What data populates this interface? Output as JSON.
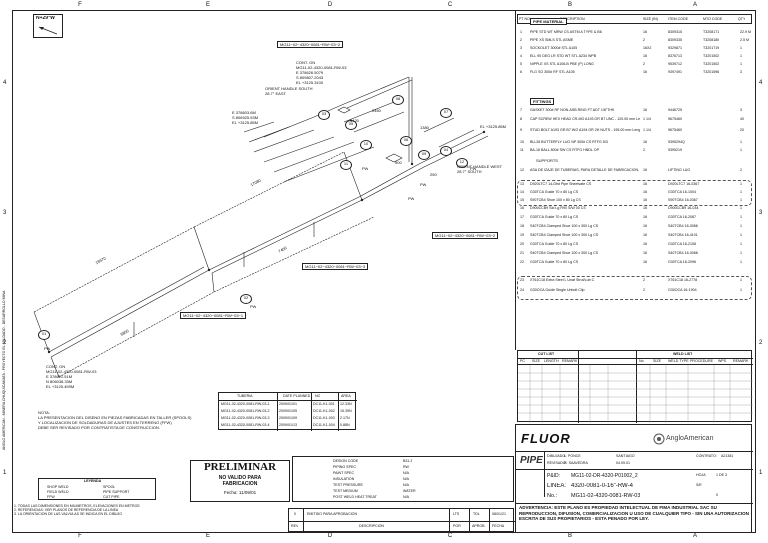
{
  "columns_top": [
    "F",
    "E",
    "D",
    "C",
    "B",
    "A"
  ],
  "columns_bottom": [
    "F",
    "E",
    "D",
    "C",
    "B",
    "A"
  ],
  "rows_left": [
    "4",
    "3",
    "2",
    "1"
  ],
  "rows_right": [
    "4",
    "3",
    "2",
    "1"
  ],
  "north": {
    "label": "N+29°W"
  },
  "line_ids": {
    "top": "MG11−02−4320−0081−RW−03−2",
    "mid": "MG11−02−4320−0081−RW−03−2",
    "lower_mid": "MG11−02−4320−0081−RW−03−3",
    "left": "MG11−02−4320−0081−RW−03−1"
  },
  "pw_tags": [
    "PW",
    "PW",
    "PW",
    "PW",
    "PW",
    "PW"
  ],
  "bubbles": [
    "01",
    "02",
    "03",
    "04",
    "05",
    "06",
    "07",
    "08",
    "09",
    "10",
    "11",
    "12"
  ],
  "annotations": {
    "cont_top": [
      "CONT. ON",
      "MG11-02-4320-0081-RW-03",
      "E 378626.5079",
      "S 809807.2043",
      "EL +3125.3100"
    ],
    "cont_left": [
      "CONT. ON",
      "MG11-02-4320-0081-RW-03",
      "E 378621.51M",
      "N 806038.33M",
      "EL +3125.459M"
    ],
    "orient_top": [
      "ORIENT HANDLE SOUTH",
      "28.7° EAST"
    ],
    "orient_right": [
      "ORIENT HANDLE WEST",
      "28.7° SOUTH"
    ],
    "coords_mid": [
      "E 378603.6M",
      "S 806925.53M",
      "EL +3125.85M"
    ],
    "el_right": "EL +3125.85M"
  },
  "dims": [
    "15970",
    "17080",
    "6800",
    "7400",
    "3420",
    "2460",
    "1380",
    "500",
    "250"
  ],
  "bom": {
    "header_cols": [
      "PT NO",
      "DESCRIPTION",
      "SIZE (IN)",
      "ITEM CODE",
      "MTO CODE",
      "QTY"
    ],
    "section_pipe": "PIPE MATERIAL",
    "section_fittings": "FITTINGS",
    "supports_title": "SUPPORTS",
    "rows": [
      {
        "pt": "1",
        "desc": "PIPE STD WT MRW CS ASTM A TYPE & B6",
        "size": "16",
        "item": "8309315",
        "mto": "T3208171",
        "qty": "22.9 M"
      },
      {
        "pt": "2",
        "desc": "PIPE XS SMLS STL ASME",
        "size": "2",
        "item": "8309335",
        "mto": "T3208180",
        "qty": "2.5 M"
      },
      {
        "pt": "3",
        "desc": "SOCKOLET 3000# STL A105",
        "size": "16X2",
        "item": "9329871",
        "mto": "T3201719",
        "qty": "1"
      },
      {
        "pt": "4",
        "desc": "ELL 90 DEG LR STD WT STL A234 WPB",
        "size": "16",
        "item": "8376713",
        "mto": "T3201502",
        "qty": "1"
      },
      {
        "pt": "5",
        "desc": "NIPPLE XS STL A106-B PBE (P) LONG",
        "size": "2",
        "item": "9539712",
        "mto": "T3201502",
        "qty": "1"
      },
      {
        "pt": "6",
        "desc": "FLG SO 300# RF STL A105",
        "size": "16",
        "item": "9397491",
        "mto": "T3201596",
        "qty": "3"
      },
      {
        "pt": "7",
        "desc": "GASKET 300# RF NON-ASB RING FT ADT 1/8\"THK",
        "size": "16",
        "item": "9446725",
        "mto": "",
        "qty": "3"
      },
      {
        "pt": "8",
        "desc": "CAP SCREW HEX HEAD CR-MO A193 GR B7 UNC - 120.00 mm Length",
        "size": "1 1/4",
        "item": "9675460",
        "mto": "",
        "qty": "40"
      },
      {
        "pt": "9",
        "desc": "STUD BOLT A193 GR B7 W/2 A194 GR 2H NUTS - 195.00 mm Length",
        "size": "1 1/4",
        "item": "9675460",
        "mto": "",
        "qty": "20"
      },
      {
        "pt": "10",
        "desc": "BU-26 BUTTERFLY LUG NP 300# CS RTFG 5/3",
        "size": "16",
        "item": "9395294Q",
        "mto": "",
        "qty": "1"
      },
      {
        "pt": "11",
        "desc": "BA-16 BALL 800# SW CS RTFG HNDL OP",
        "size": "2",
        "item": "9395219",
        "mto": "",
        "qty": "1"
      },
      {
        "pt": "12",
        "desc": "ASA DE IZAJE DE TUBERIAS, PARA DETALLE DE FABRICACION, VER PLANO N° MG11-02-4320-0081-PD0001",
        "size": "16",
        "item": "LIFTING LUG",
        "mto": "",
        "qty": "2"
      },
      {
        "pt": "13",
        "desc": "D920LTC7 14-Gfst Pipe Sheetvate CS",
        "size": "16",
        "item": "D920LTC7 16-0367",
        "mto": "",
        "qty": "1"
      },
      {
        "pt": "14",
        "desc": "G30TCA Guide 70 x 80 Lg CS",
        "size": "16",
        "item": "G30TCA 16-1004",
        "mto": "",
        "qty": "1"
      },
      {
        "pt": "15",
        "desc": "S90TCB4 Shoe 100 x 80 Lg CS",
        "size": "16",
        "item": "S90TCB4 16-0367",
        "mto": "",
        "qty": "1"
      },
      {
        "pt": "16",
        "desc": "D900CCB9 Sld Lg R90 S/W 00 CS",
        "size": "16",
        "item": "D900CCB9 16-034",
        "mto": "",
        "qty": "1"
      },
      {
        "pt": "17",
        "desc": "G30TCA Guide 70 x 80 Lg CS",
        "size": "16",
        "item": "G30TCA 16-2087",
        "mto": "",
        "qty": "1"
      },
      {
        "pt": "18",
        "desc": "S40TCB4 Clamped Shoe 100 x 300 Lg CS",
        "size": "16",
        "item": "S40TCB4 16-3066",
        "mto": "",
        "qty": "1"
      },
      {
        "pt": "19",
        "desc": "S40TCB4 Clamped Shoe 100 x 300 Lg CS",
        "size": "16",
        "item": "S40TCB4 16-4101",
        "mto": "",
        "qty": "1"
      },
      {
        "pt": "20",
        "desc": "G30TCA Guide 70 x 80 Lg CS",
        "size": "16",
        "item": "G30TCA 16-2108",
        "mto": "",
        "qty": "1"
      },
      {
        "pt": "21",
        "desc": "S40TCB4 Clamped Shoe 100 x 300 Lg CS",
        "size": "16",
        "item": "S40TCB4 16-3068",
        "mto": "",
        "qty": "1"
      },
      {
        "pt": "22",
        "desc": "G30TCA Guide 70 x 80 Lg CS",
        "size": "16",
        "item": "G30TCA 16-2096",
        "mto": "",
        "qty": "1"
      },
      {
        "pt": "23",
        "desc": "X761C18 Extra Steel L Unat Strut/Lub C",
        "size": "2",
        "item": "X761C18 16-2778",
        "mto": "",
        "qty": "1"
      },
      {
        "pt": "24",
        "desc": "G30OCA Guide Single Unbolt Clip",
        "size": "2",
        "item": "G30OCA 16-1904",
        "mto": "",
        "qty": "1"
      }
    ]
  },
  "cut_list": {
    "title": "CUT LIST",
    "cols": [
      "PC",
      "SIZE",
      "LENGTH",
      "REMARK"
    ]
  },
  "weld_list": {
    "title": "WELD LIST",
    "cols": [
      "No",
      "SIZE",
      "WELD TYPE",
      "PROCEDURE",
      "WPS",
      "REMARK"
    ]
  },
  "revisions": {
    "headers": [
      "TUBERIA",
      "DATE PLANNED",
      "NO",
      "AREA"
    ],
    "rows": [
      [
        "MG11-02-4320-0081-RW-03-1",
        "2009/01/01",
        "DC11-K1-001",
        "12.33N"
      ],
      [
        "MG11-02-4320-0081-RW-03-2",
        "2009/01/05",
        "DC11-K1-002",
        "15.39N"
      ],
      [
        "MG11-02-4320-0081-RW-03-3",
        "2009/01/09",
        "DC11-K1-003",
        "2.17N"
      ],
      [
        "MG11-02-4320-0081-RW-03-4",
        "2009/01/13",
        "DC11-K1-004",
        "0.88N"
      ]
    ]
  },
  "notes": {
    "title": "NOTA:",
    "lines": [
      "LA PRESENTACION DEL DISENO EN PIEZAS FABRICADAS EN TALLER (SPOOLS)",
      "Y LOCALIZACION DE SOLDADURAS DE AJUSTES EN TERRENO (FFW)",
      "DEBE SER REVISADO POR CONTRATISTA DE CONSTRUCCION."
    ]
  },
  "legend": {
    "title": "LEYENDA",
    "items": [
      "SHOP WELD",
      "FIELD WELD",
      "FFW",
      "SPOOL",
      "PIPE SUPPORT",
      "CUT PIPE"
    ]
  },
  "preliminar": {
    "title": "PRELIMINAR",
    "subtitle": "NO VALIDO PARA",
    "subtitle2": "FABRICACION",
    "date": "Fecha: 11/09/01"
  },
  "spec_block": [
    [
      "DESIGN CODE",
      "B31.3"
    ],
    [
      "PIPING SPEC",
      "RW"
    ],
    [
      "PAINT SPEC",
      "N/A"
    ],
    [
      "INSULATION",
      "N/A"
    ],
    [
      "TEST PRESSURE",
      "N/A"
    ],
    [
      "TEST MEDIUM",
      "WATER"
    ],
    [
      "POST WELD HEAT TREAT",
      "N/A"
    ]
  ],
  "bottom_notes": [
    "1. TODAS LAS DIMENSIONES EN MILIMETROS, ELEVACIONES EN METROS",
    "2. REFERENCIAS: VER PLANOS DE REFERENCIA DE LA LINEA",
    "3. LA ORIENTACION DE LAS VALVULAS SE INDICA EN EL DIBUJO"
  ],
  "rev_table": {
    "row": [
      "0",
      "EMITIDO PARA APROBACION",
      "LTS",
      "TDL",
      "08/01/21"
    ],
    "labels": [
      "REV",
      "DESCRIPCION",
      "POR",
      "APROB.",
      "FECHA"
    ]
  },
  "title_block": {
    "fluor": "FLUOR",
    "anglo": "AngloAmerican",
    "subject": "PIPE",
    "rows": [
      [
        "CONTRATO:",
        "A21381"
      ],
      [
        "DIBUJADO:",
        "L. PONCE"
      ],
      [
        "REVISADO:",
        "R. SAAVEDRA"
      ],
      [
        "P&ID:",
        "MG11-02-DR-4320-P01002_2"
      ],
      [
        "LINEA:",
        "4320-0081-0-16\"-RW-4"
      ],
      [
        "No.:",
        "MG11-02-4320-0081-RW-03"
      ]
    ],
    "proj": "SANTIAGO",
    "date": "04.09.01",
    "scale": "S/E",
    "sheet": "HOJA",
    "sheet_val": "1 DE 3",
    "rev": "0",
    "advertencia": "ADVERTENCIA: ESTE PLANO ES PROPIEDAD INTELECTUAL DE FIMA INDUSTRIAL SAC SU REPRODUCCION, DIFUSION, COMERCIALIZACION U USO DE CUALQUIER TIPO - SIN UNA AUTORIZACION ESCRITA DE SUS PROPIETARIOS - ESTA PENADO POR LEY."
  },
  "side_text": "ANGLO AMERICAN - MINERA CHUQUICAMATA - PROYECTO EL SOLDADO - DESARROLLO MINA"
}
